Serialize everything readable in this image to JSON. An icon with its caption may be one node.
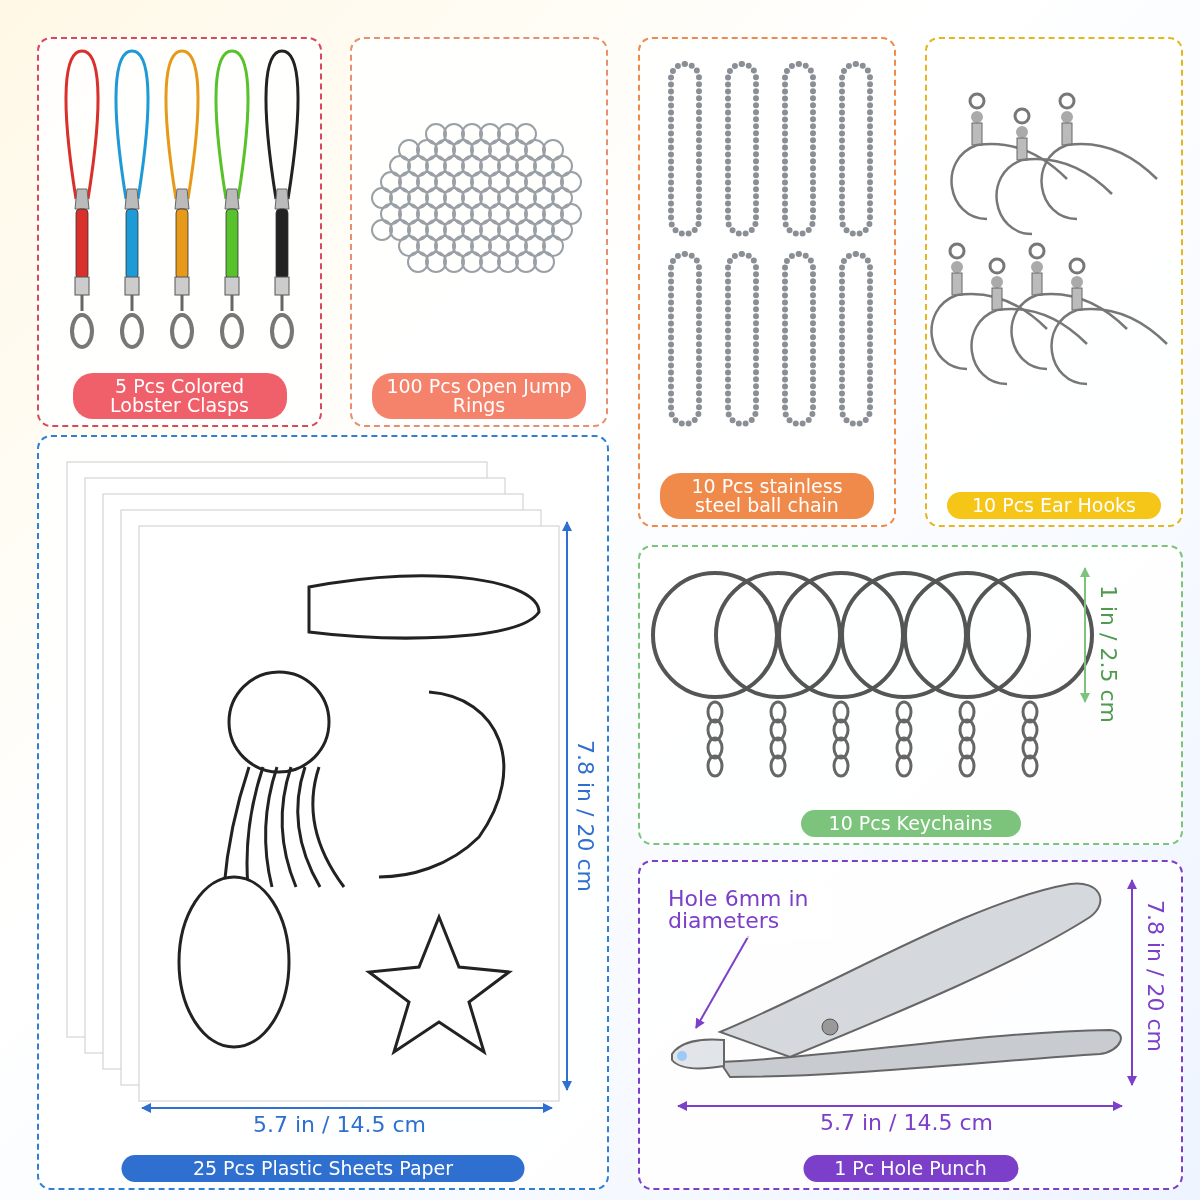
{
  "diagram": {
    "nodes": [
      {
        "text": [
          "5 Pcs Colored Lobster Clasps"
        ]
      },
      {
        "text": [
          "100 Pcs Open Jump Rings"
        ]
      },
      {
        "text": [
          "10 Pcs stainless steel ball chain"
        ]
      },
      {
        "text": [
          "10 Pcs Ear Hooks"
        ]
      },
      {
        "text": [
          "25 Pcs Plastic Sheets Paper"
        ]
      },
      {
        "text": [
          "10 Pcs Keychains"
        ]
      },
      {
        "text": [
          "1 Pc Hole Punch"
        ]
      },
      {
        "text": [
          "Hole 6mm in diameters"
        ],
        "in": 6
      },
      {
        "text": [],
        "shape": "picture",
        "in": 6
      }
    ],
    "edges": [
      {
        "from": 7,
        "to": 8,
        "arrow": "to"
      }
    ],
    "labels": [
      "1 in / 2.5 cm",
      "7.8 in / 20 cm",
      "7.8 in / 20 cm",
      "5.7 in / 14.5 cm",
      "5.7 in / 14.5 cm"
    ]
  }
}
